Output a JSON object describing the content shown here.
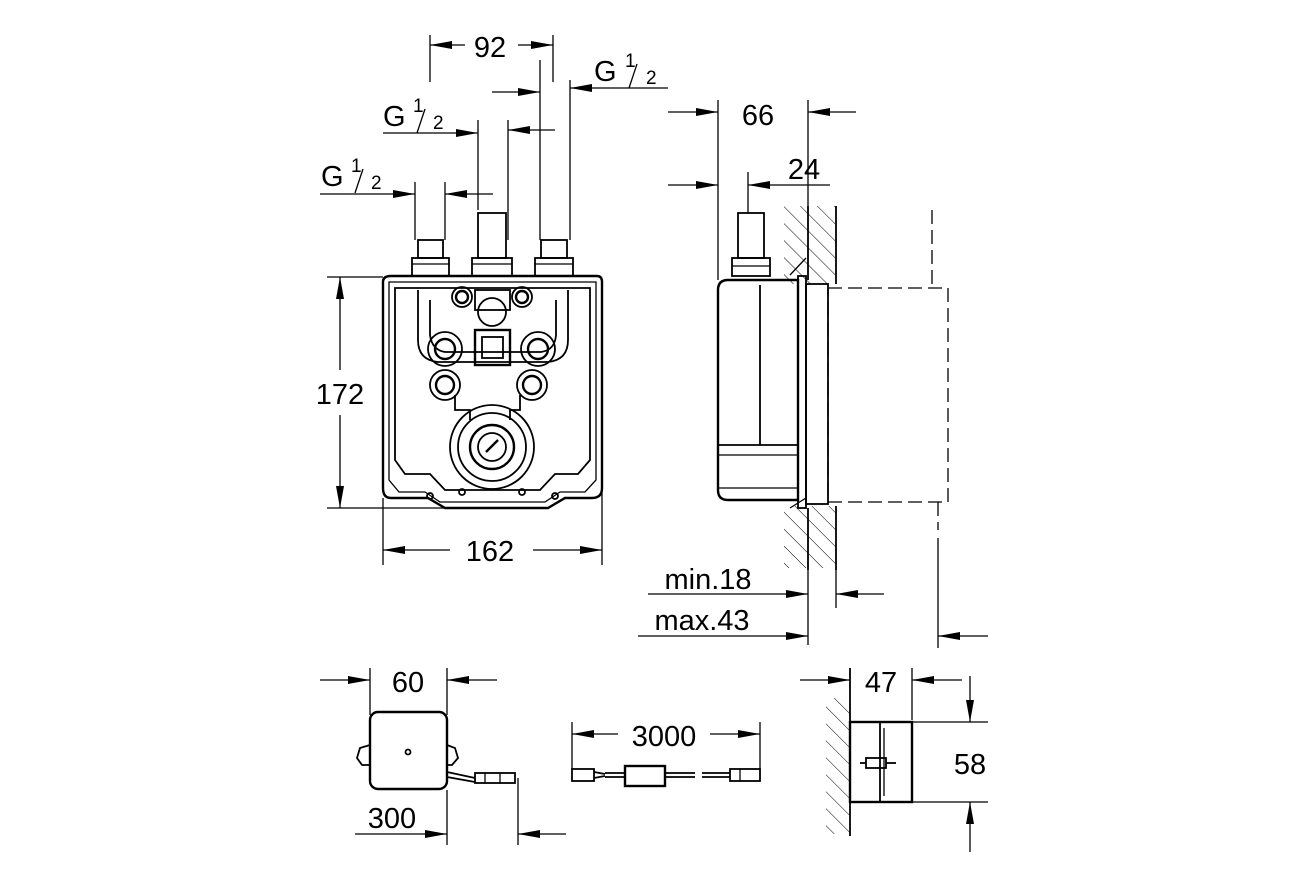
{
  "front_view": {
    "dim_92": "92",
    "g_top_right": {
      "main": "G",
      "num": "1",
      "den": "2"
    },
    "g_mid": {
      "main": "G",
      "num": "1",
      "den": "2"
    },
    "g_left": {
      "main": "G",
      "num": "1",
      "den": "2"
    },
    "dim_172": "172",
    "dim_162": "162"
  },
  "side_view": {
    "dim_66": "66",
    "dim_24": "24",
    "dim_min": "min.18",
    "dim_max": "max.43"
  },
  "module_top": {
    "dim_60": "60",
    "dim_300": "300"
  },
  "cable": {
    "dim_3000": "3000"
  },
  "module_side": {
    "dim_47": "47",
    "dim_58": "58"
  }
}
